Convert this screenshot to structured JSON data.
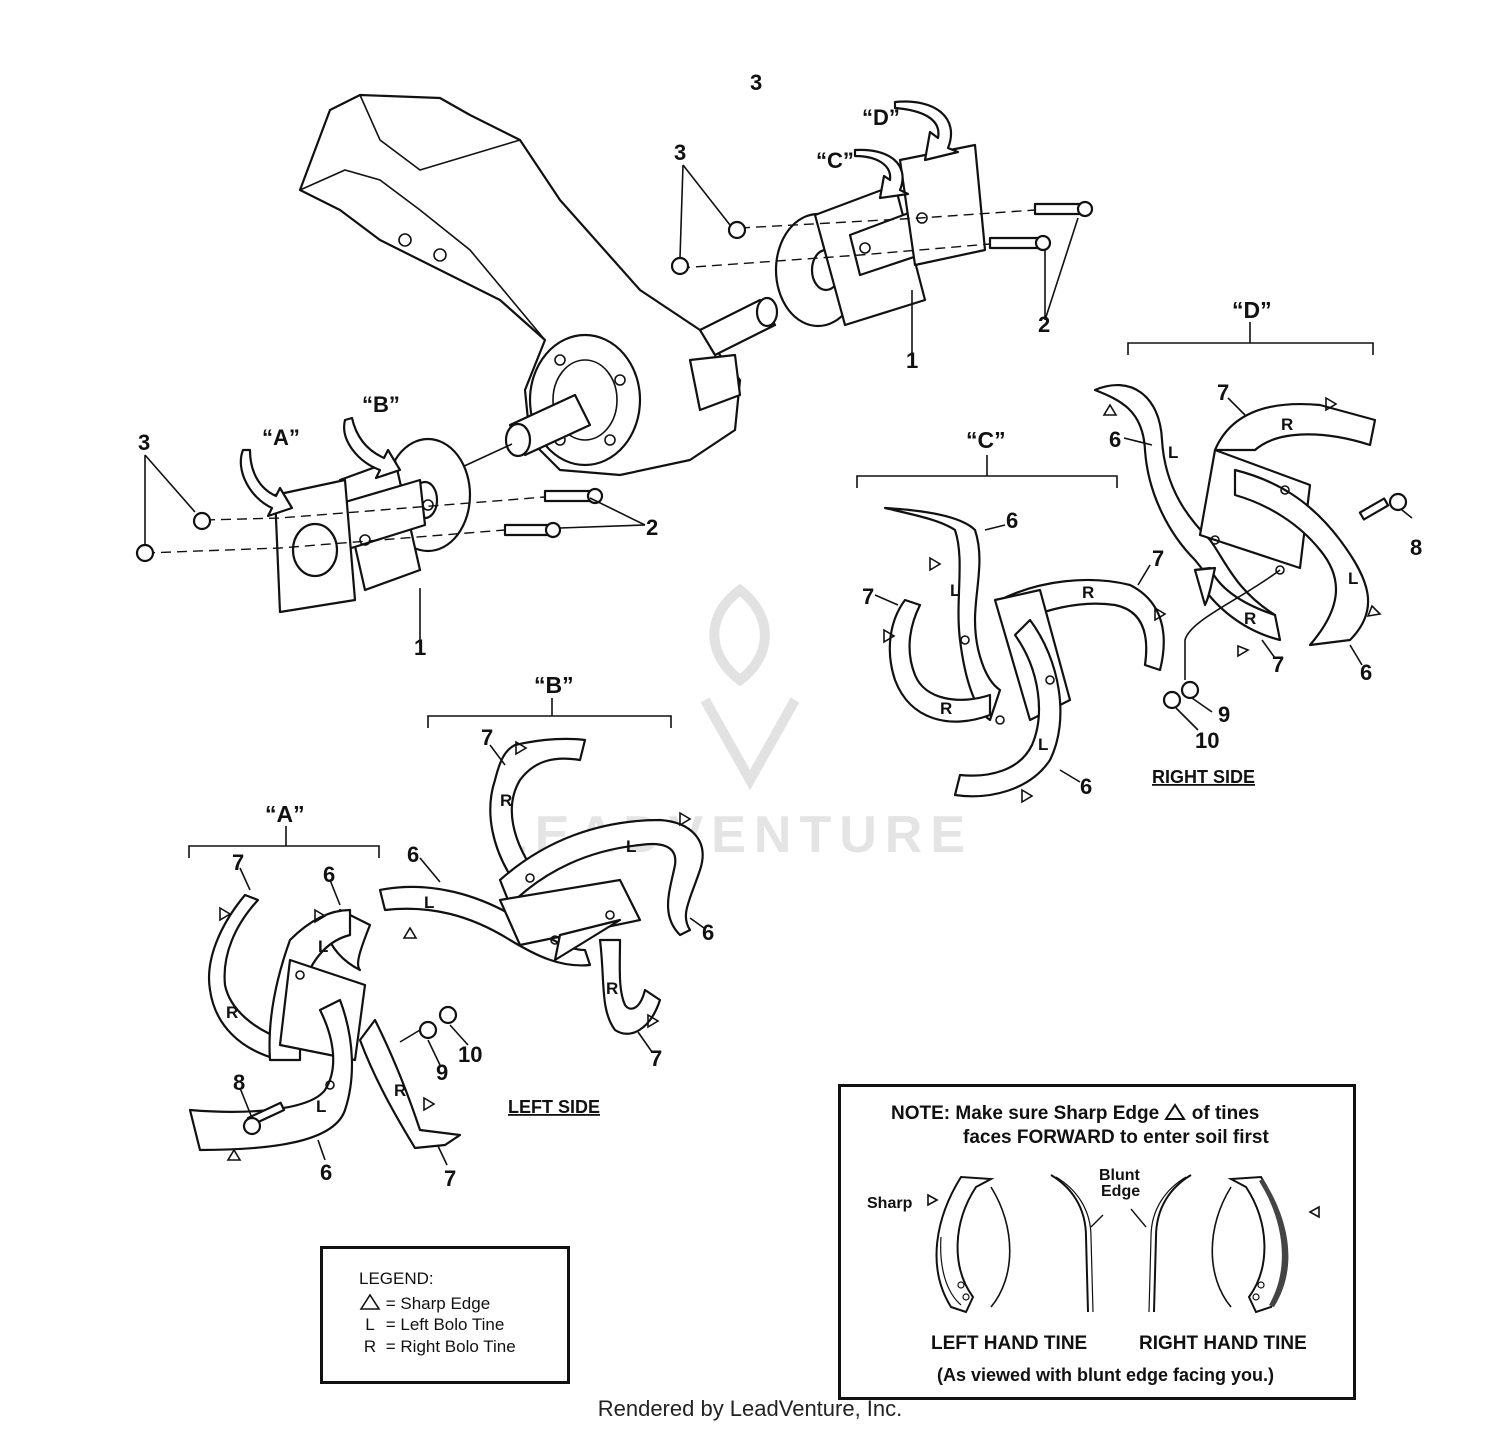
{
  "labels": {
    "top_3": "3",
    "c1": "“C”",
    "d1": "“D”",
    "n3a": "3",
    "n2a": "2",
    "n1a": "1",
    "a1": "“A”",
    "b1": "“B”",
    "n3b": "3",
    "n2b": "2",
    "n1b": "1"
  },
  "groups": {
    "a": "“A”",
    "b": "“B”",
    "c": "“C”",
    "d": "“D”"
  },
  "tine_labels": {
    "L": "L",
    "R": "R"
  },
  "part_numbers": {
    "six": "6",
    "seven": "7",
    "eight": "8",
    "nine": "9",
    "ten": "10"
  },
  "sides": {
    "left": "LEFT SIDE",
    "right": "RIGHT SIDE"
  },
  "legend": {
    "title": "LEGEND:",
    "sharp": "= Sharp Edge",
    "left_code": "L",
    "left": "= Left Bolo Tine",
    "right_code": "R",
    "right": "= Right Bolo Tine"
  },
  "note": {
    "line1": "NOTE:  Make sure Sharp Edge",
    "line1b": "of tines",
    "line2": "faces FORWARD to enter soil first",
    "sharp": "Sharp",
    "blunt1": "Blunt",
    "blunt2": "Edge",
    "left_tine": "LEFT HAND TINE",
    "right_tine": "RIGHT HAND TINE",
    "viewed": "(As viewed with blunt edge facing you.)"
  },
  "watermark": "LEADVENTURE",
  "footer": "Rendered by LeadVenture, Inc."
}
